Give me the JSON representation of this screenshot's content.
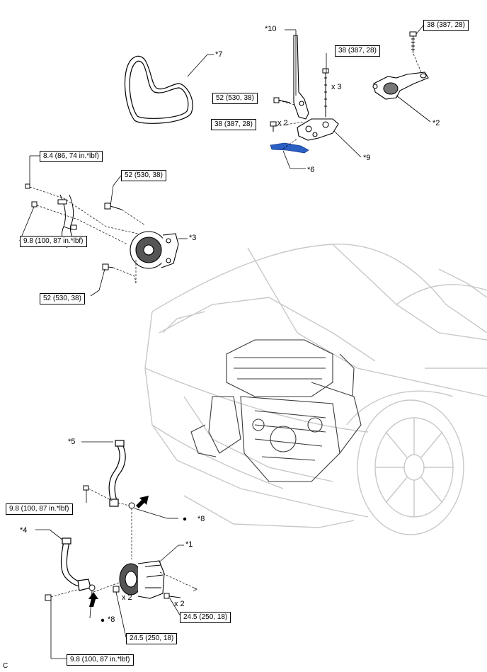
{
  "callouts": {
    "c1": "*1",
    "c2": "*2",
    "c3": "*3",
    "c4": "*4",
    "c5": "*5",
    "c6": "*6",
    "c7": "*7",
    "c8a": "*8",
    "c8b": "*8",
    "c9": "*9",
    "c10": "*10"
  },
  "torques": {
    "t_top_right": "38 (387, 28)",
    "t_top_mid": "38 (387, 28)",
    "t_52_upper": "52 (530, 38)",
    "t_38_left": "38 (387, 28)",
    "t_84": "8.4 (86, 74 in.*lbf)",
    "t_52_alt_a": "52 (530, 38)",
    "t_98_alt": "9.8 (100, 87 in.*lbf)",
    "t_52_alt_b": "52 (530, 38)",
    "t_98_hose5": "9.8 (100, 87 in.*lbf)",
    "t_245_right": "24.5 (250, 18)",
    "t_245_bottom": "24.5 (250, 18)",
    "t_98_hose4": "9.8 (100, 87 in.*lbf)"
  },
  "quantities": {
    "q_x3": "x 3",
    "q_x2_top": "x 2",
    "q_x2_nut": "x 2",
    "q_x2_bolt": "x 2"
  },
  "figure_code": "C",
  "colors": {
    "highlight": "#2a5fc4",
    "line": "#000000",
    "vehicle": "#c8c8c8"
  }
}
